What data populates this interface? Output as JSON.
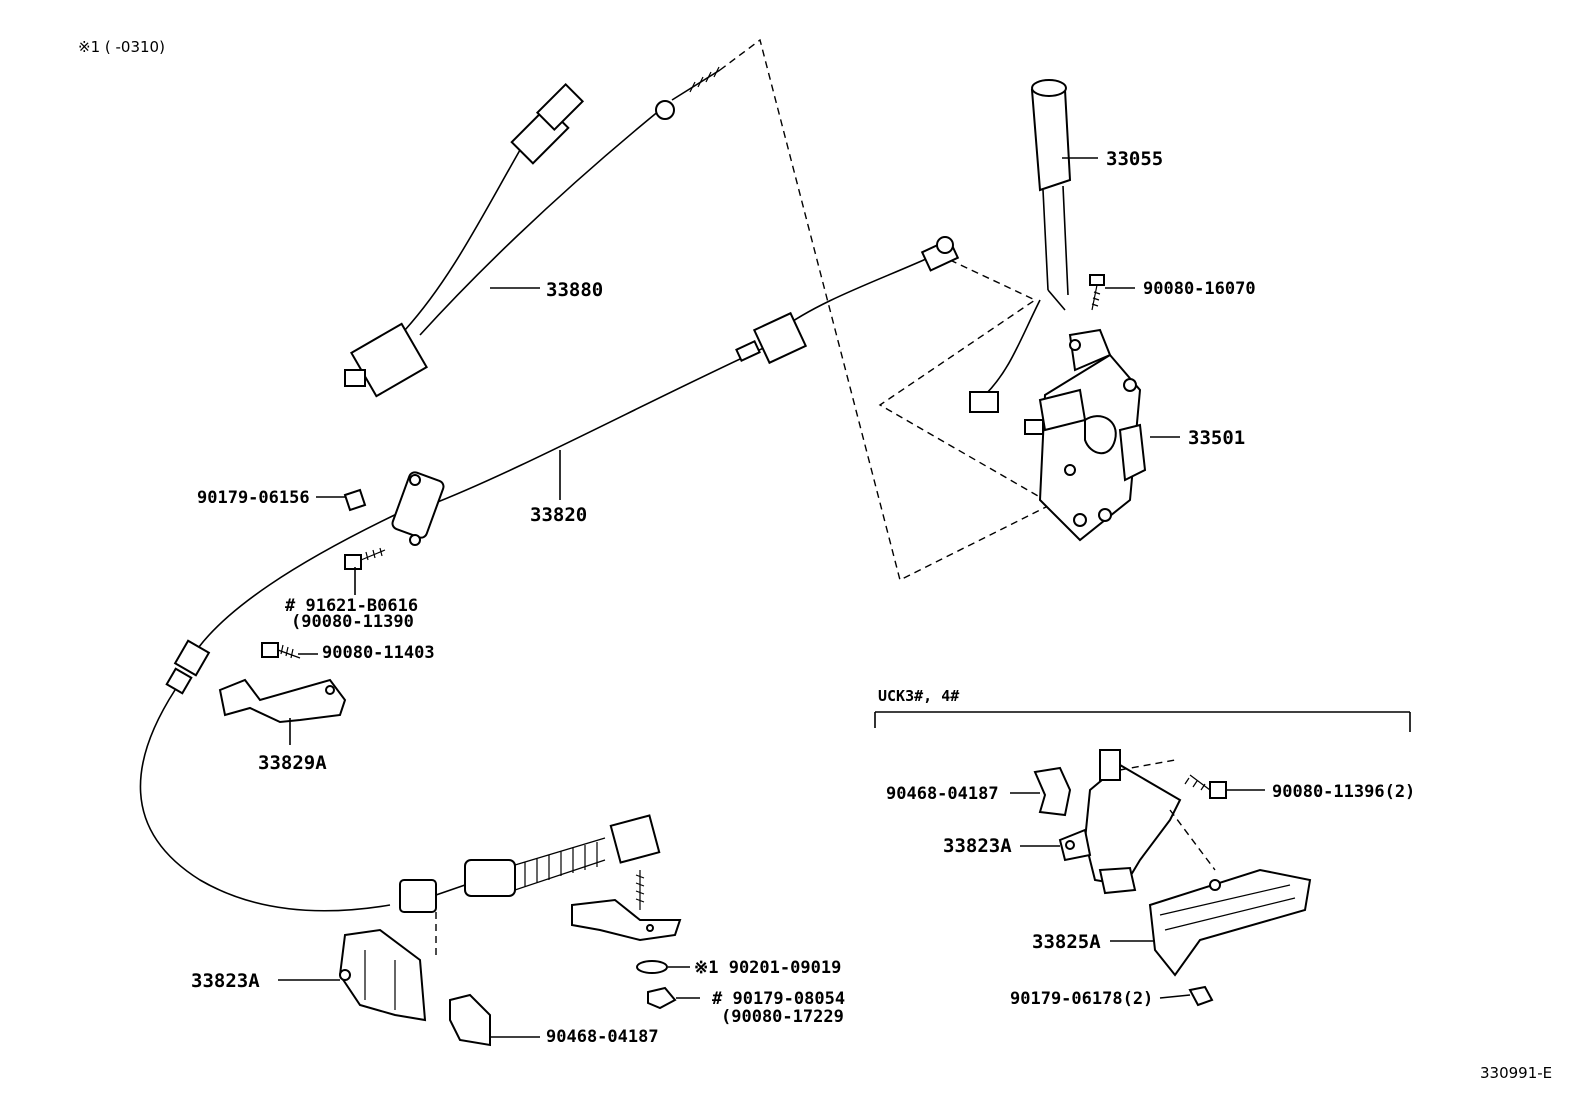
{
  "header": {
    "note": "※1 ( -0310)"
  },
  "footer": {
    "figure_id": "330991-E"
  },
  "labels": {
    "p33880": "33880",
    "p33055": "33055",
    "p90080_16070": "90080-16070",
    "p33501": "33501",
    "p33820": "33820",
    "p90179_06156": "90179-06156",
    "p91621_b0616": "# 91621-B0616",
    "p90080_11390": "(90080-11390",
    "p90080_11403": "90080-11403",
    "p33829a": "33829A",
    "p33823a_left": "33823A",
    "p90201_09019": "※1 90201-09019",
    "p90179_08054": "# 90179-08054",
    "p90080_17229": "(90080-17229",
    "p90468_04187_left": "90468-04187",
    "p90468_04187_right": "90468-04187",
    "p33823a_right": "33823A",
    "p33825a": "33825A",
    "p90179_06178": "90179-06178(2)",
    "p90080_11396": "90080-11396(2)"
  },
  "variant_section": {
    "title": "UCK3#, 4#"
  }
}
